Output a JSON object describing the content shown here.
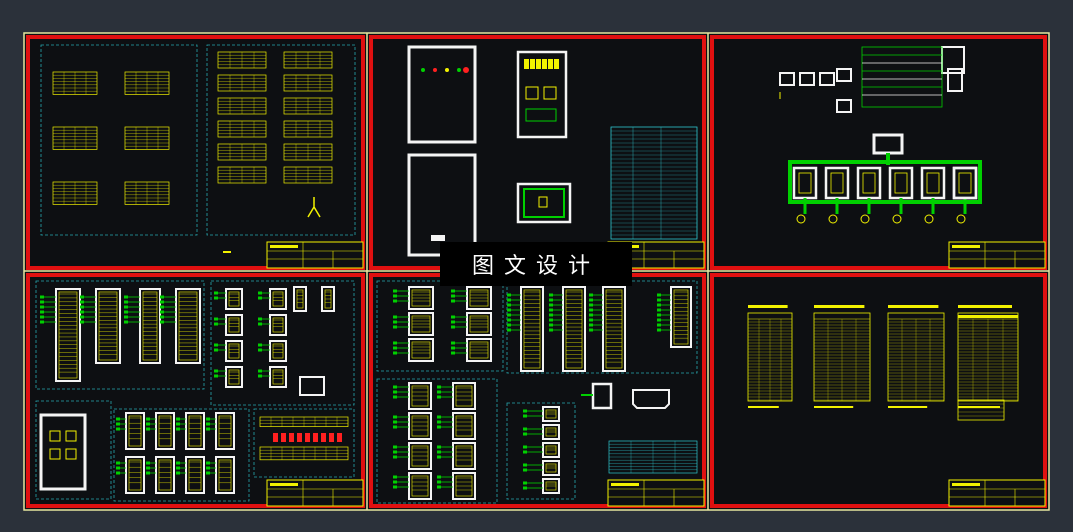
{
  "watermark": "图文设计",
  "colors": {
    "background": "#2b313a",
    "panel_bg": "#0d0f12",
    "outer_frame": "#e8e8a0",
    "sheet_border": "#e01010",
    "inner_dashed": "#27a7b0",
    "cad_yellow": "#f2f200",
    "cad_green": "#00d000",
    "cad_white": "#f4f4f4",
    "cad_red": "#ff2020",
    "cad_cyan": "#30c8d0"
  },
  "sheets": [
    {
      "id": "sheet-1",
      "content": "terminal-tables"
    },
    {
      "id": "sheet-2",
      "content": "cabinet-layout"
    },
    {
      "id": "sheet-3",
      "content": "system-diagram"
    },
    {
      "id": "sheet-4",
      "content": "wiring-modules"
    },
    {
      "id": "sheet-5",
      "content": "wiring-modules-2"
    },
    {
      "id": "sheet-6",
      "content": "cable-schedules"
    }
  ]
}
